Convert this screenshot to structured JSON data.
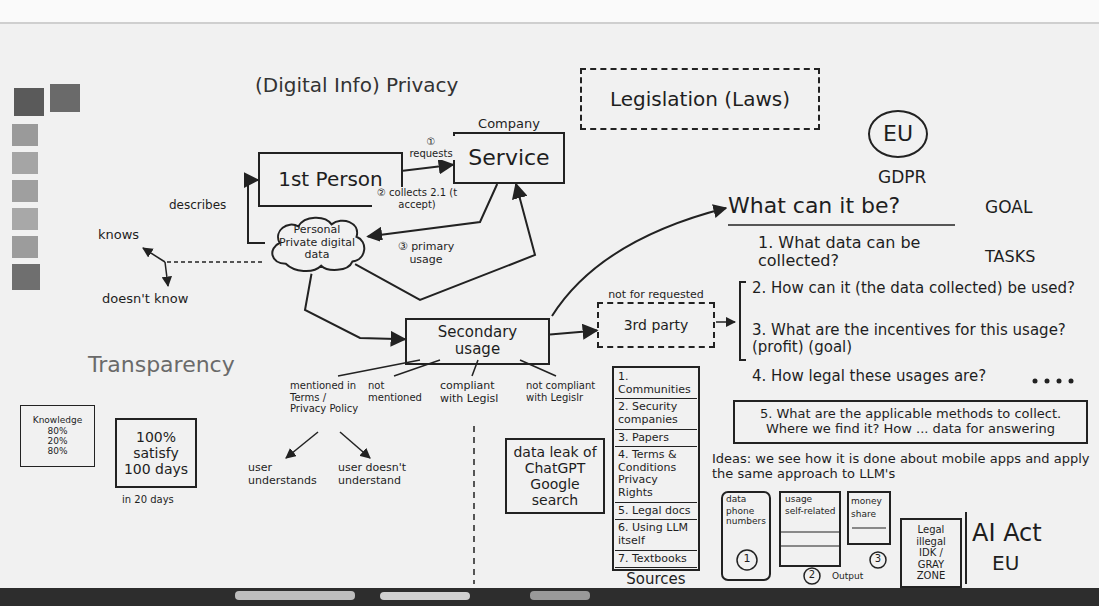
{
  "diagram": {
    "title": "(Digital Info) Privacy",
    "nodes": [
      {
        "text": [
          "1st Person"
        ]
      },
      {
        "text": [
          "Company",
          "Service"
        ]
      },
      {
        "text": [
          "Personal Private digital data"
        ]
      },
      {
        "text": [
          "Legislation (Laws)"
        ]
      },
      {
        "text": [
          "EU"
        ]
      },
      {
        "text": [
          "Secondary usage"
        ]
      },
      {
        "text": [
          "not for requested",
          "3rd party"
        ]
      },
      {
        "text": [
          "Knowledge",
          "80%",
          "20%",
          "80%"
        ]
      },
      {
        "text": [
          "100% satisfy",
          "100 days"
        ]
      },
      {
        "text": [
          "data leak of ChatGPT Google search"
        ]
      },
      {
        "text": [
          "Sources"
        ]
      },
      {
        "text": [
          "1. Communities"
        ],
        "in": 10
      },
      {
        "text": [
          "2. Security companies"
        ],
        "in": 10
      },
      {
        "text": [
          "3. Papers"
        ],
        "in": 10
      },
      {
        "text": [
          "4. Terms & Conditions Privacy Rights"
        ],
        "in": 10
      },
      {
        "text": [
          "5. Legal docs"
        ],
        "in": 10
      },
      {
        "text": [
          "6. Using LLM itself"
        ],
        "in": 10
      },
      {
        "text": [
          "7. Textbooks"
        ],
        "in": 10
      },
      {
        "text": [
          "5. What are the applicable methods to collect. Where we find it? How ... data for answering"
        ]
      },
      {
        "text": [
          "Legal",
          "illegal",
          "IDK / GRAY ZONE"
        ]
      }
    ],
    "edges": [
      {
        "from": 0,
        "to": 1,
        "label": "① requests",
        "arrow": "to"
      },
      {
        "from": 1,
        "to": 2,
        "label": "② collects 2.1 (t accept)",
        "arrow": "to"
      },
      {
        "from": 2,
        "to": 1,
        "label": "③ primary usage",
        "arrow": "to"
      },
      {
        "from": 2,
        "to": 0,
        "label": "describes",
        "arrow": "to"
      },
      {
        "from": 2,
        "to": 5,
        "arrow": "to"
      },
      {
        "from": 5,
        "to": 6,
        "arrow": "to"
      }
    ],
    "labels": [
      "knows",
      "doesn't know",
      "Transparency",
      "in 20 days",
      "mentioned in Terms / Privacy Policy",
      "not mentioned",
      "user understands",
      "user doesn't understand",
      "compliant with Legisl",
      "not compliant with Legislr",
      "GDPR",
      "What can it be?",
      "GOAL",
      "TASKS",
      "1. What data can be collected?",
      "2. How can it (the data collected) be used?",
      "3. What are the incentives for this usage? (profit) (goal)",
      "4. How legal these usages are?",
      "Ideas: we see how it is done about mobile apps and apply the same approach to LLM's",
      "data",
      "phone numbers",
      "1",
      "usage",
      "self-related",
      "money",
      "share",
      "2",
      "3",
      "Output",
      "AI Act",
      "EU"
    ]
  }
}
